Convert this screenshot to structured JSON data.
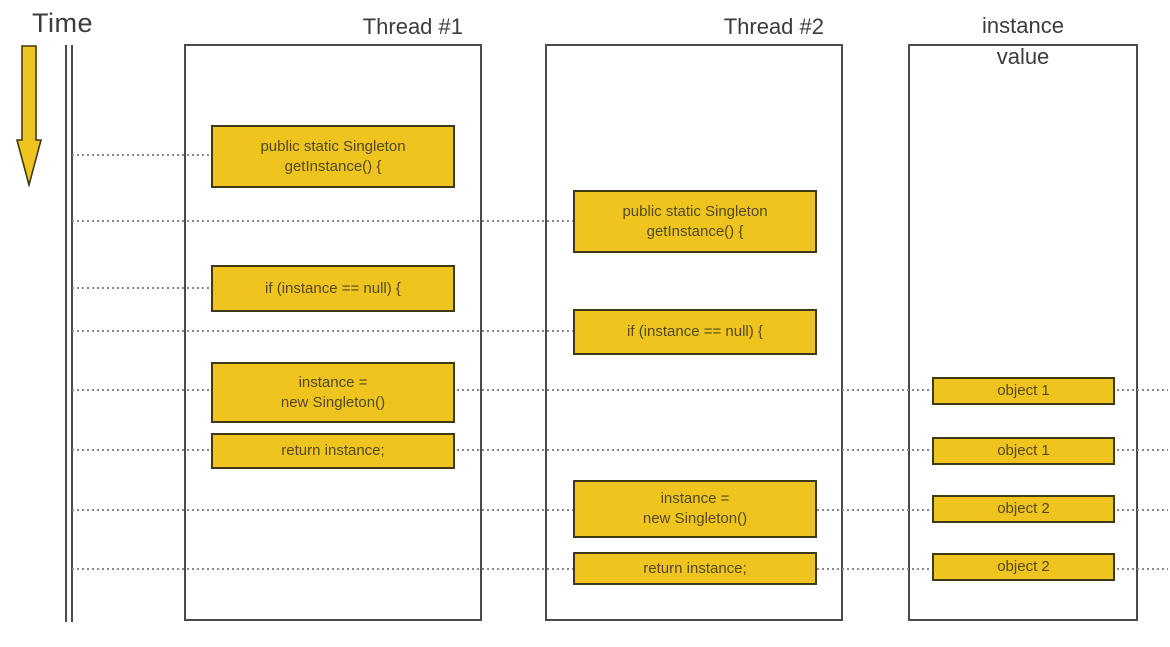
{
  "colors": {
    "box_fill": "#F0C41E",
    "box_border": "#3F3A16",
    "box_text": "#524A20",
    "frame_border": "#4A4A4A",
    "heading_text": "#3C3C3C",
    "dotted_line": "#8A8A8A"
  },
  "time_axis": {
    "label": "Time",
    "arrow_icon": "down-arrow-icon"
  },
  "columns": {
    "thread1": {
      "title": "Thread #1"
    },
    "thread2": {
      "title": "Thread #2"
    },
    "instance_value": {
      "title_line1": "instance",
      "title_line2": "value"
    }
  },
  "thread1": {
    "box1_line1": "public static Singleton",
    "box1_line2": "getInstance() {",
    "box2": "if (instance == null) {",
    "box3_line1": "instance =",
    "box3_line2": "new Singleton()",
    "box4": "return instance;"
  },
  "thread2": {
    "box1_line1": "public static Singleton",
    "box1_line2": "getInstance() {",
    "box2": "if (instance == null) {",
    "box3_line1": "instance =",
    "box3_line2": "new Singleton()",
    "box4": "return instance;"
  },
  "instance_value": {
    "box1": "object 1",
    "box2": "object 1",
    "box3": "object 2",
    "box4": "object 2"
  }
}
